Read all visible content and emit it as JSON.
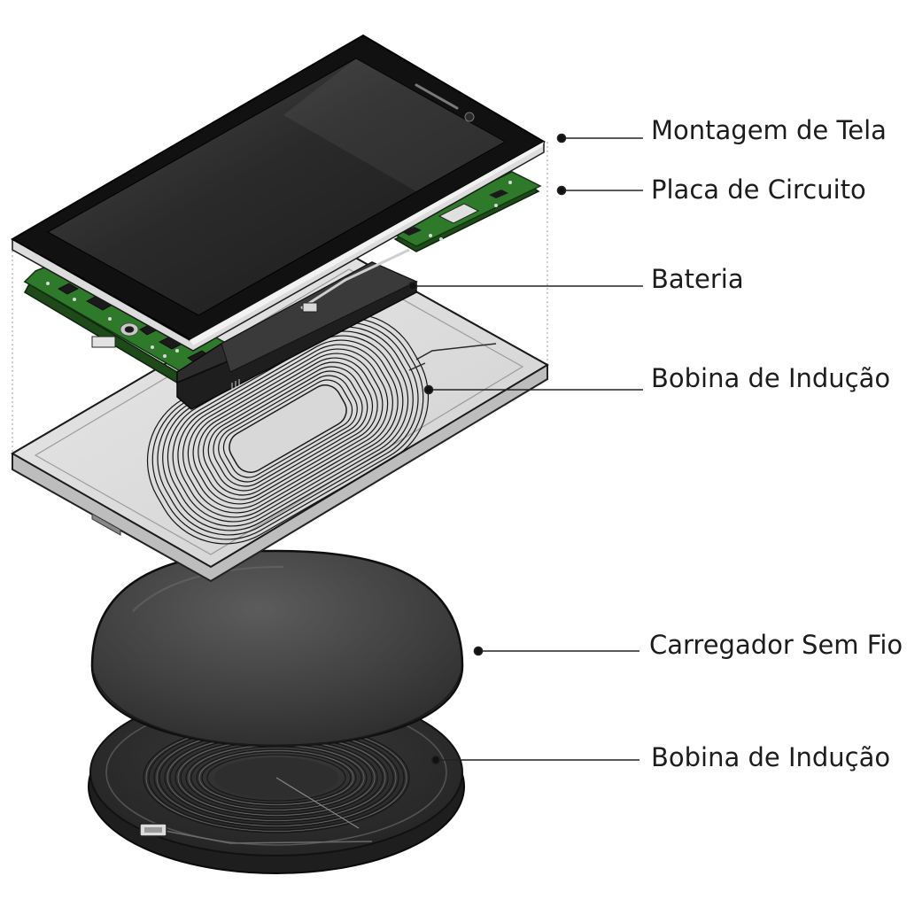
{
  "labels": {
    "screen": "Montagem de Tela",
    "board": "Placa de Circuito",
    "battery": "Bateria",
    "phone_coil": "Bobina de Indução",
    "charger": "Carregador Sem Fio",
    "charger_coil": "Bobina de Indução"
  },
  "colors": {
    "pcb": "#2f7a2a",
    "screen_frame": "#111111",
    "back_plate": "#e6e6e6",
    "charger_body": "#3c3c3c",
    "coil": "#1a1a1a",
    "leader": "#222222"
  }
}
